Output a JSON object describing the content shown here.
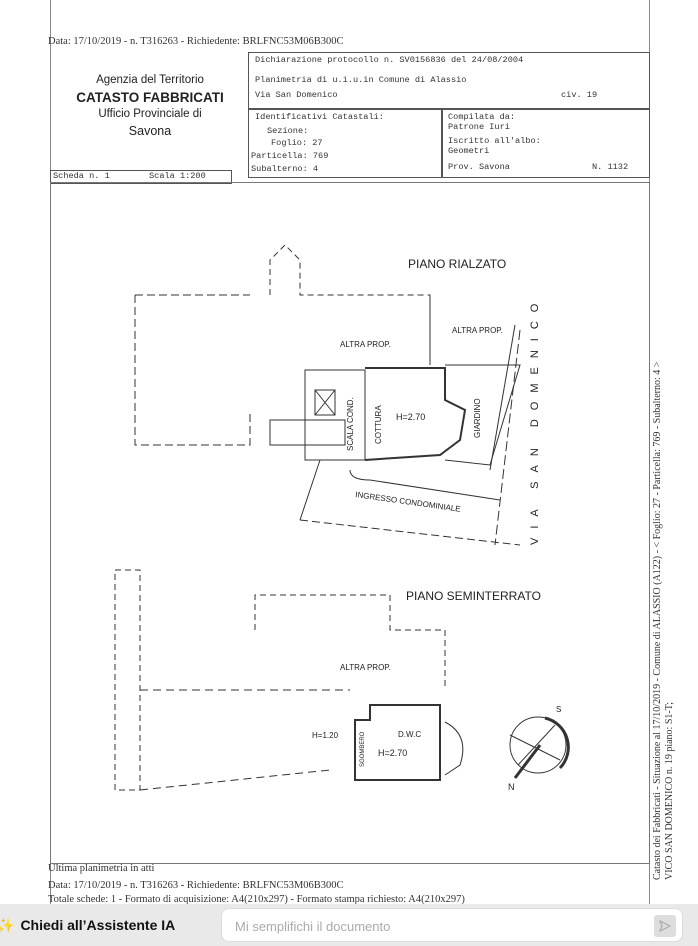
{
  "header_line": "Data: 17/10/2019 - n. T316263 - Richiedente: BRLFNC53M06B300C",
  "office": {
    "agency": "Agenzia del Territorio",
    "title": "CATASTO FABBRICATI",
    "office_line": "Ufficio Provinciale di",
    "city": "Savona"
  },
  "declaration": {
    "protocol": "Dichiarazione protocollo n. SV0156836 del  24/08/2004",
    "planimetry": "Planimetria di u.i.u.in Comune di Alassio",
    "street": "Via San Domenico",
    "civic": "civ. 19"
  },
  "identifiers": {
    "title": "Identificativi Catastali:",
    "sezione": "Sezione:",
    "foglio": "Foglio: 27",
    "particella": "Particella: 769",
    "subalterno": "Subalterno: 4"
  },
  "compiler": {
    "label": "Compilata da:",
    "name": "Patrone Iuri",
    "albo_label": "Iscritto all'albo:",
    "albo": "Geometri",
    "prov": "Prov. Savona",
    "number": "N.  1132"
  },
  "scheda": {
    "number": "Scheda n. 1",
    "scale": "Scala 1:200"
  },
  "plan": {
    "floor1": "PIANO  RIALZATO",
    "floor2": "PIANO  SEMINTERRATO",
    "altra_prop": "ALTRA PROP.",
    "scala_cond": "SCALA COND.",
    "cottura": "COTTURA",
    "height1": "H=2.70",
    "giardino": "GIARDINO",
    "ingresso": "INGRESSO  CONDOMINIALE",
    "street_vertical": "VIA  SAN  DOMENICO",
    "sgombero": "SGOMBERO",
    "h120": "H=1.20",
    "dwc": "D.W.C",
    "compass_n": "N",
    "compass_s": "S"
  },
  "side_text": {
    "line1": "Catasto dei Fabbricati - Situazione al 17/10/2019 - Comune di ALASSIO (A122) - < Foglio: 27 - Particella: 769 - Subalterno: 4 >",
    "line2": "VICO SAN DOMENICO n. 19 piano: S1-T;"
  },
  "footer": {
    "last": "Ultima planimetria in atti",
    "data": "Data: 17/10/2019 - n. T316263 - Richiedente: BRLFNC53M06B300C",
    "totals": "Totale schede: 1 - Formato di acquisizione: A4(210x297) - Formato stampa richiesto: A4(210x297)"
  },
  "assistant": {
    "label": "Chiedi all’Assistente IA",
    "placeholder": "Mi semplifichi il documento"
  }
}
